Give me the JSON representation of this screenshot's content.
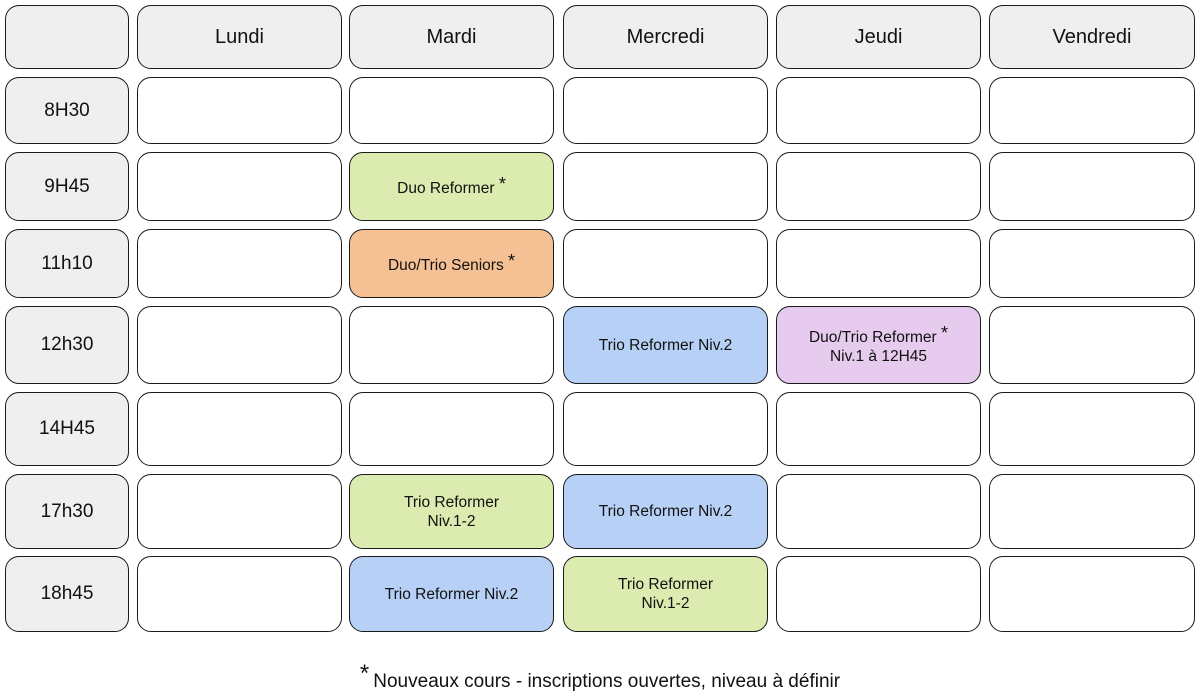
{
  "days": [
    "",
    "Lundi",
    "Mardi",
    "Mercredi",
    "Jeudi",
    "Vendredi"
  ],
  "times": [
    "8H30",
    "9H45",
    "11h10",
    "12h30",
    "14H45",
    "17h30",
    "18h45"
  ],
  "colors": {
    "header_bg": "#efefef",
    "green": "#dcebb0",
    "orange": "#f5c194",
    "blue": "#b6d1f5",
    "lilac": "#e6cbee"
  },
  "courses": [
    {
      "row": 1,
      "col": 2,
      "lines": [
        "Duo Reformer"
      ],
      "asterisk": "*",
      "color": "green"
    },
    {
      "row": 2,
      "col": 2,
      "lines": [
        "Duo/Trio Seniors"
      ],
      "asterisk": "*",
      "color": "orange"
    },
    {
      "row": 3,
      "col": 3,
      "lines": [
        "Trio Reformer Niv.2"
      ],
      "asterisk": "",
      "color": "blue"
    },
    {
      "row": 3,
      "col": 4,
      "lines": [
        "Duo/Trio Reformer",
        "Niv.1 à 12H45"
      ],
      "asterisk": "*",
      "color": "lilac"
    },
    {
      "row": 5,
      "col": 2,
      "lines": [
        "Trio Reformer",
        "Niv.1-2"
      ],
      "asterisk": "",
      "color": "green"
    },
    {
      "row": 5,
      "col": 3,
      "lines": [
        "Trio Reformer Niv.2"
      ],
      "asterisk": "",
      "color": "blue"
    },
    {
      "row": 6,
      "col": 2,
      "lines": [
        "Trio Reformer Niv.2"
      ],
      "asterisk": "",
      "color": "blue"
    },
    {
      "row": 6,
      "col": 3,
      "lines": [
        "Trio Reformer",
        "Niv.1-2"
      ],
      "asterisk": "",
      "color": "green"
    }
  ],
  "footnote": {
    "asterisk": "*",
    "text": "Nouveaux cours - inscriptions ouvertes, niveau à définir"
  }
}
